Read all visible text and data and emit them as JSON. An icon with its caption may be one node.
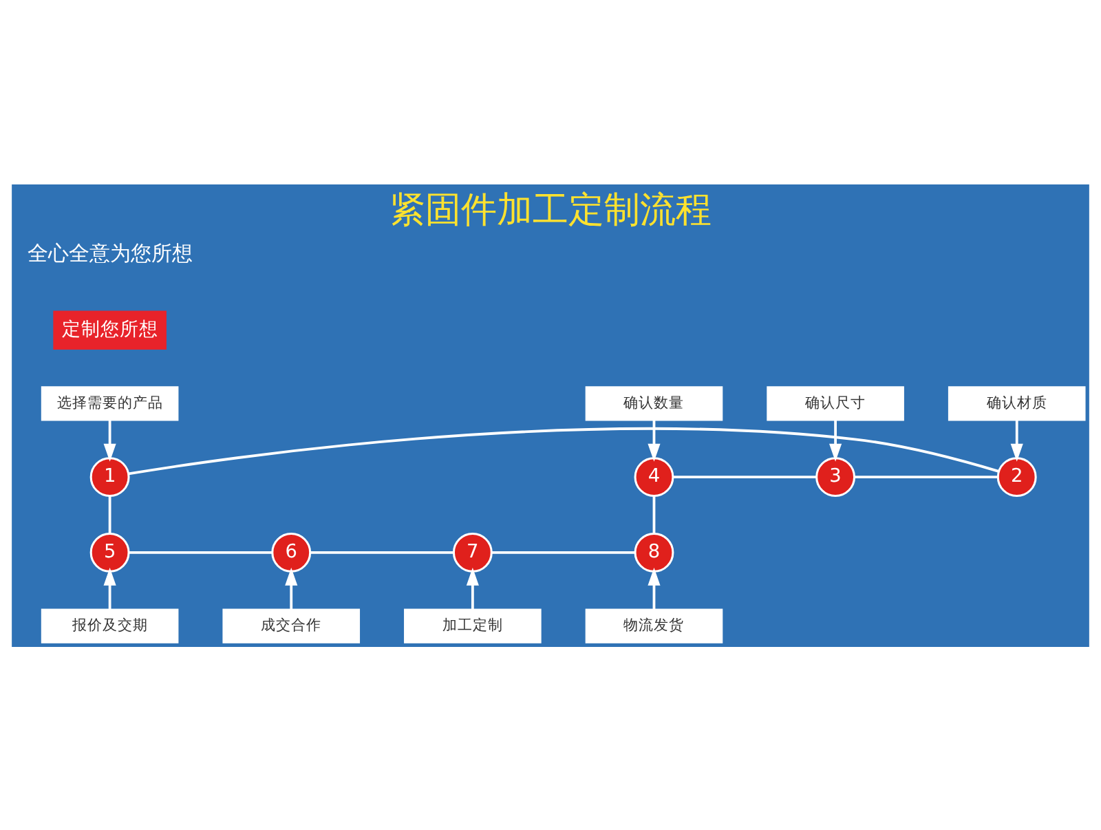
{
  "diagram": {
    "title": "紧固件加工定制流程",
    "nodes": [
      {
        "text": [
          "定制您所想"
        ]
      },
      {
        "text": [
          "选择需要的产品"
        ]
      },
      {
        "text": [
          "确认材质"
        ]
      },
      {
        "text": [
          "确认尺寸"
        ]
      },
      {
        "text": [
          "确认数量"
        ]
      },
      {
        "text": [
          "1"
        ]
      },
      {
        "text": [
          "2"
        ]
      },
      {
        "text": [
          "3"
        ]
      },
      {
        "text": [
          "4"
        ]
      },
      {
        "text": [
          "5"
        ]
      },
      {
        "text": [
          "6"
        ]
      },
      {
        "text": [
          "7"
        ]
      },
      {
        "text": [
          "8"
        ]
      },
      {
        "text": [
          "报价及交期"
        ]
      },
      {
        "text": [
          "成交合作"
        ]
      },
      {
        "text": [
          "加工定制"
        ]
      },
      {
        "text": [
          "物流发货"
        ]
      }
    ],
    "edges": [
      {
        "from": 1,
        "to": 5,
        "arrow": "to"
      },
      {
        "from": 2,
        "to": 6,
        "arrow": "to"
      },
      {
        "from": 3,
        "to": 7,
        "arrow": "to"
      },
      {
        "from": 4,
        "to": 8,
        "arrow": "to"
      },
      {
        "from": 5,
        "to": 6,
        "arrow": "none"
      },
      {
        "from": 6,
        "to": 7,
        "arrow": "none"
      },
      {
        "from": 7,
        "to": 8,
        "arrow": "none"
      },
      {
        "from": 8,
        "to": 12,
        "arrow": "none"
      },
      {
        "from": 12,
        "to": 11,
        "arrow": "none"
      },
      {
        "from": 11,
        "to": 10,
        "arrow": "none"
      },
      {
        "from": 10,
        "to": 9,
        "arrow": "none"
      },
      {
        "from": 9,
        "to": 5,
        "arrow": "none"
      },
      {
        "from": 13,
        "to": 9,
        "arrow": "to"
      },
      {
        "from": 14,
        "to": 10,
        "arrow": "to"
      },
      {
        "from": 15,
        "to": 11,
        "arrow": "to"
      },
      {
        "from": 16,
        "to": 12,
        "arrow": "to"
      }
    ],
    "labels": [
      "全心全意为您所想"
    ]
  }
}
